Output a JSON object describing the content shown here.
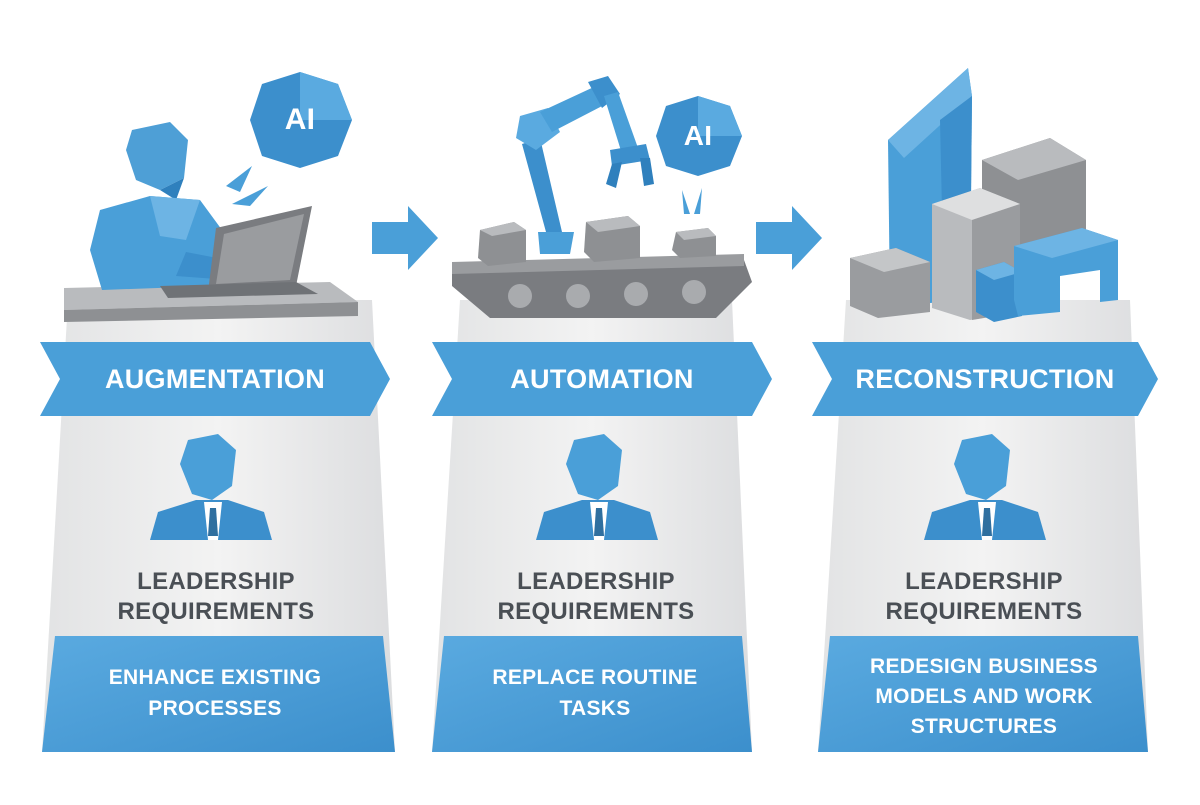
{
  "colors": {
    "blue": "#4a9fd8",
    "blue_dark": "#2f80bd",
    "blue_light": "#6db4e4",
    "gray": "#9a9c9f",
    "gray_dark": "#6f7276",
    "gray_light": "#c4c6c8",
    "panel": "#ececec",
    "text_dark": "#4a4f55"
  },
  "ai_badge_text": "AI",
  "stages": [
    {
      "title": "AUGMENTATION",
      "leadership": [
        "LEADERSHIP",
        "REQUIREMENTS"
      ],
      "description": [
        "ENHANCE EXISTING",
        "PROCESSES"
      ],
      "illustration": "person-at-laptop-with-ai"
    },
    {
      "title": "AUTOMATION",
      "leadership": [
        "LEADERSHIP",
        "REQUIREMENTS"
      ],
      "description": [
        "REPLACE ROUTINE",
        "TASKS"
      ],
      "illustration": "robot-arm-conveyor-with-ai"
    },
    {
      "title": "RECONSTRUCTION",
      "leadership": [
        "LEADERSHIP",
        "REQUIREMENTS"
      ],
      "description": [
        "REDESIGN BUSINESS",
        "MODELS AND WORK",
        "STRUCTURES"
      ],
      "illustration": "blocks-restructure"
    }
  ],
  "icons": [
    "ai-badge-icon",
    "person-icon",
    "laptop-icon",
    "robot-arm-icon",
    "conveyor-icon",
    "block-icon",
    "leader-icon",
    "arrow-right-icon"
  ]
}
